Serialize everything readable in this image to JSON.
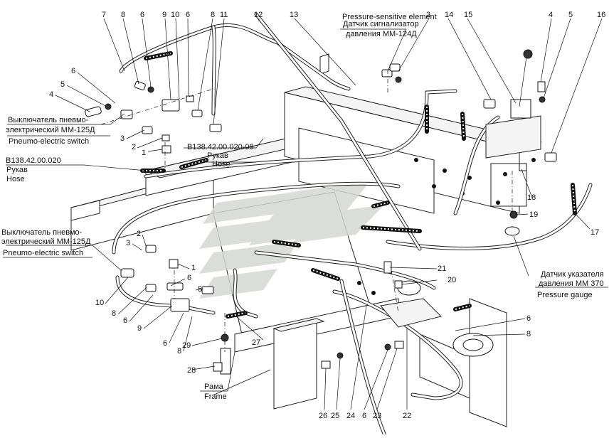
{
  "labels": {
    "pressure_sensitive_en": "Pressure-sensitive element",
    "pressure_sensitive_ru1": "Датчик сигнализатор",
    "pressure_sensitive_ru2": "давления ММ-124Д",
    "switch_top_ru1": "Выключатель пневмо-",
    "switch_top_ru2": "электрический ММ-125Д",
    "switch_top_en": "Pneumo-electric switch",
    "hose_left_code": "В138.42.00.020",
    "hose_left_ru": "Рукав",
    "hose_left_en": "Hose",
    "hose_mid_code": "В138.42.00.020-09",
    "hose_mid_ru": "Рукав",
    "hose_mid_en": "Hose",
    "switch_bot_ru1": "Выключатель пневмо-",
    "switch_bot_ru2": "электрический ММ-125Д",
    "switch_bot_en": "Pneumo-electric switch",
    "gauge_ru1": "Датчик указателя",
    "gauge_ru2": "давления ММ 370",
    "gauge_en": "Pressure gauge",
    "frame_ru": "Рама",
    "frame_en": "Frame"
  },
  "callouts": {
    "top": [
      "7",
      "8",
      "6",
      "9",
      "10",
      "6",
      "8",
      "11",
      "12",
      "13",
      "3",
      "14",
      "15",
      "4",
      "5",
      "16"
    ],
    "left_upper": [
      "6",
      "5",
      "4",
      "3",
      "2",
      "1"
    ],
    "left_lower": [
      "2",
      "3",
      "1",
      "6",
      "5",
      "10",
      "8",
      "6",
      "9",
      "6",
      "8",
      "29",
      "28",
      "27"
    ],
    "right": [
      "18",
      "19",
      "17",
      "21",
      "20",
      "6",
      "8"
    ],
    "bottom": [
      "26",
      "25",
      "24",
      "6",
      "23",
      "22"
    ]
  }
}
